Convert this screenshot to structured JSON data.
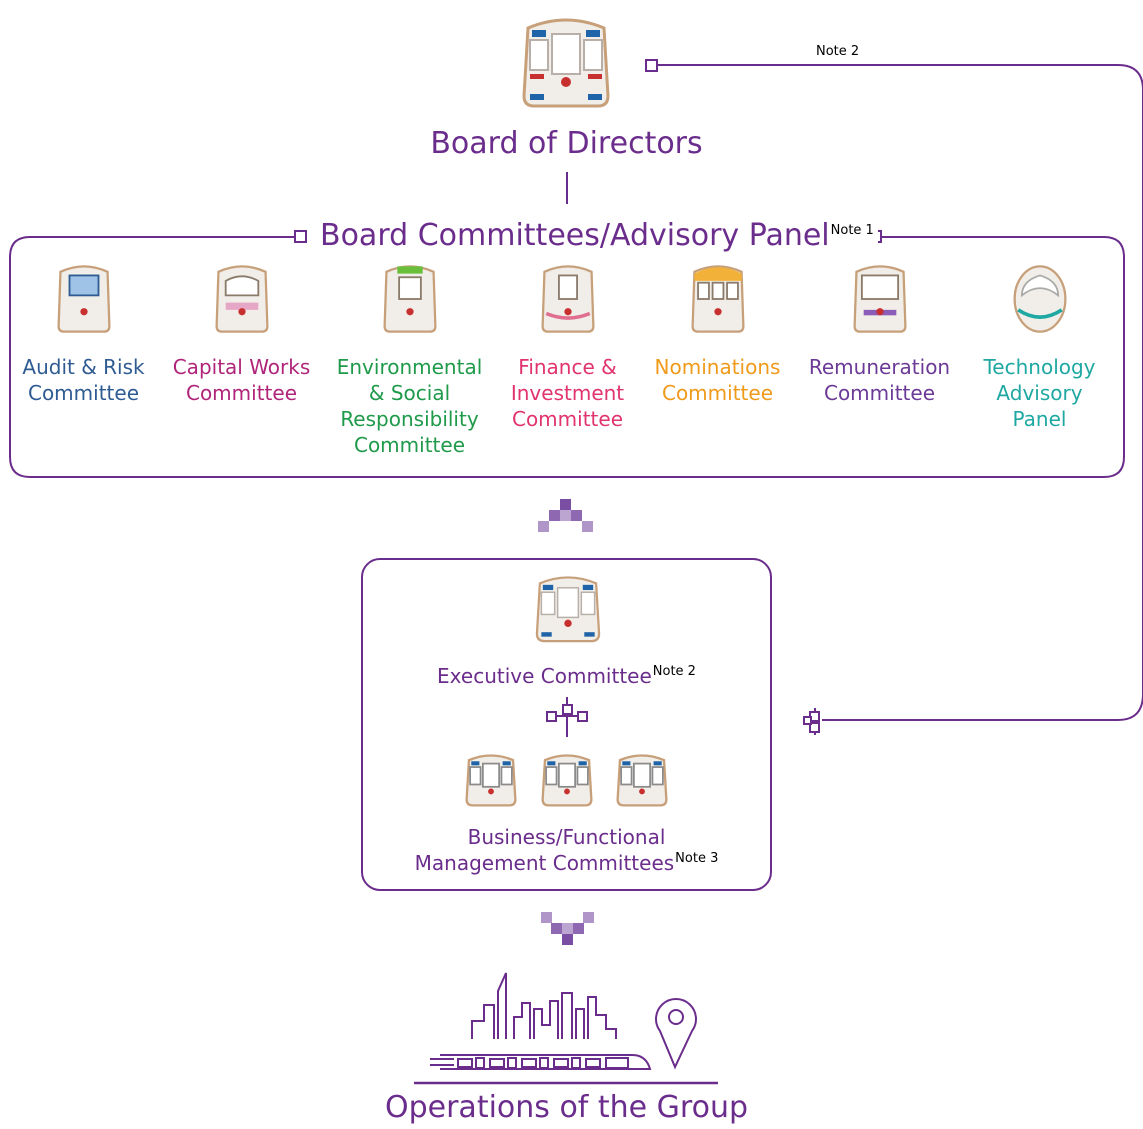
{
  "colors": {
    "purple": "#6b2d8c",
    "audit": "#2f5b93",
    "capital": "#b0257a",
    "environmental": "#1f9a4a",
    "finance": "#e0336f",
    "nominations": "#ef9a1a",
    "remuneration": "#6b3a96",
    "technology": "#1fa8a2",
    "train_body": "#f1ede8",
    "train_outline": "#c7a07a"
  },
  "board": {
    "title": "Board of Directors",
    "note": "Note 2"
  },
  "committees_header": {
    "title": "Board Committees/Advisory Panel",
    "note": "Note 1"
  },
  "committees": [
    {
      "label": "Audit & Risk\nCommittee",
      "color": "#2f5b93",
      "icon": "train-icon"
    },
    {
      "label": "Capital Works\nCommittee",
      "color": "#b0257a",
      "icon": "train-icon"
    },
    {
      "label": "Environmental\n& Social\nResponsibility\nCommittee",
      "color": "#1f9a4a",
      "icon": "train-icon"
    },
    {
      "label": "Finance &\nInvestment\nCommittee",
      "color": "#e0336f",
      "icon": "train-icon"
    },
    {
      "label": "Nominations\nCommittee",
      "color": "#ef9a1a",
      "icon": "train-icon"
    },
    {
      "label": "Remuneration\nCommittee",
      "color": "#6b3a96",
      "icon": "train-icon"
    },
    {
      "label": "Technology\nAdvisory\nPanel",
      "color": "#1fa8a2",
      "icon": "high-speed-train-icon"
    }
  ],
  "executive": {
    "title": "Executive Committee",
    "note": "Note 2"
  },
  "management": {
    "line1": "Business/Functional",
    "line2": "Management Committees",
    "note": "Note 3"
  },
  "operations": {
    "title": "Operations of the Group",
    "icon": "city-skyline-train-icon"
  }
}
